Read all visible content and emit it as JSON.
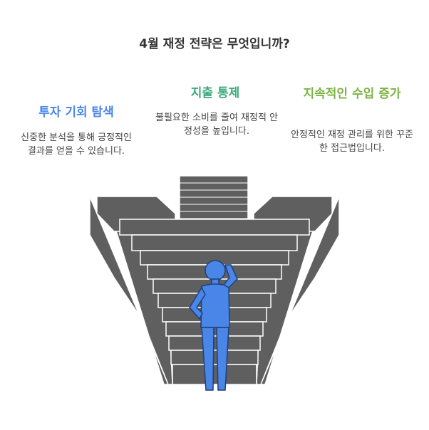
{
  "title": "4월 재정 전략은 무엇입니까?",
  "cards": [
    {
      "heading": "투자 기회 탐색",
      "description": "신중한 분석을 통해 긍정적인 결과를 얻을 수 있습니다.",
      "color": "#4a86e8"
    },
    {
      "heading": "지출 통제",
      "description": "불필요한 소비를 줄여 재정적 안정성을 높입니다.",
      "color": "#3aaa7b"
    },
    {
      "heading": "지속적인 수입 증가",
      "description": "안정적인 재정 관리를 위한 꾸준한 접근법입니다.",
      "color": "#7cb342"
    }
  ],
  "colors": {
    "stair_fill": "#5f5f5f",
    "stair_stroke": "#ffffff",
    "person": "#4a86e8"
  },
  "icons": [
    "staircase-illustration",
    "person-thinking-icon"
  ]
}
